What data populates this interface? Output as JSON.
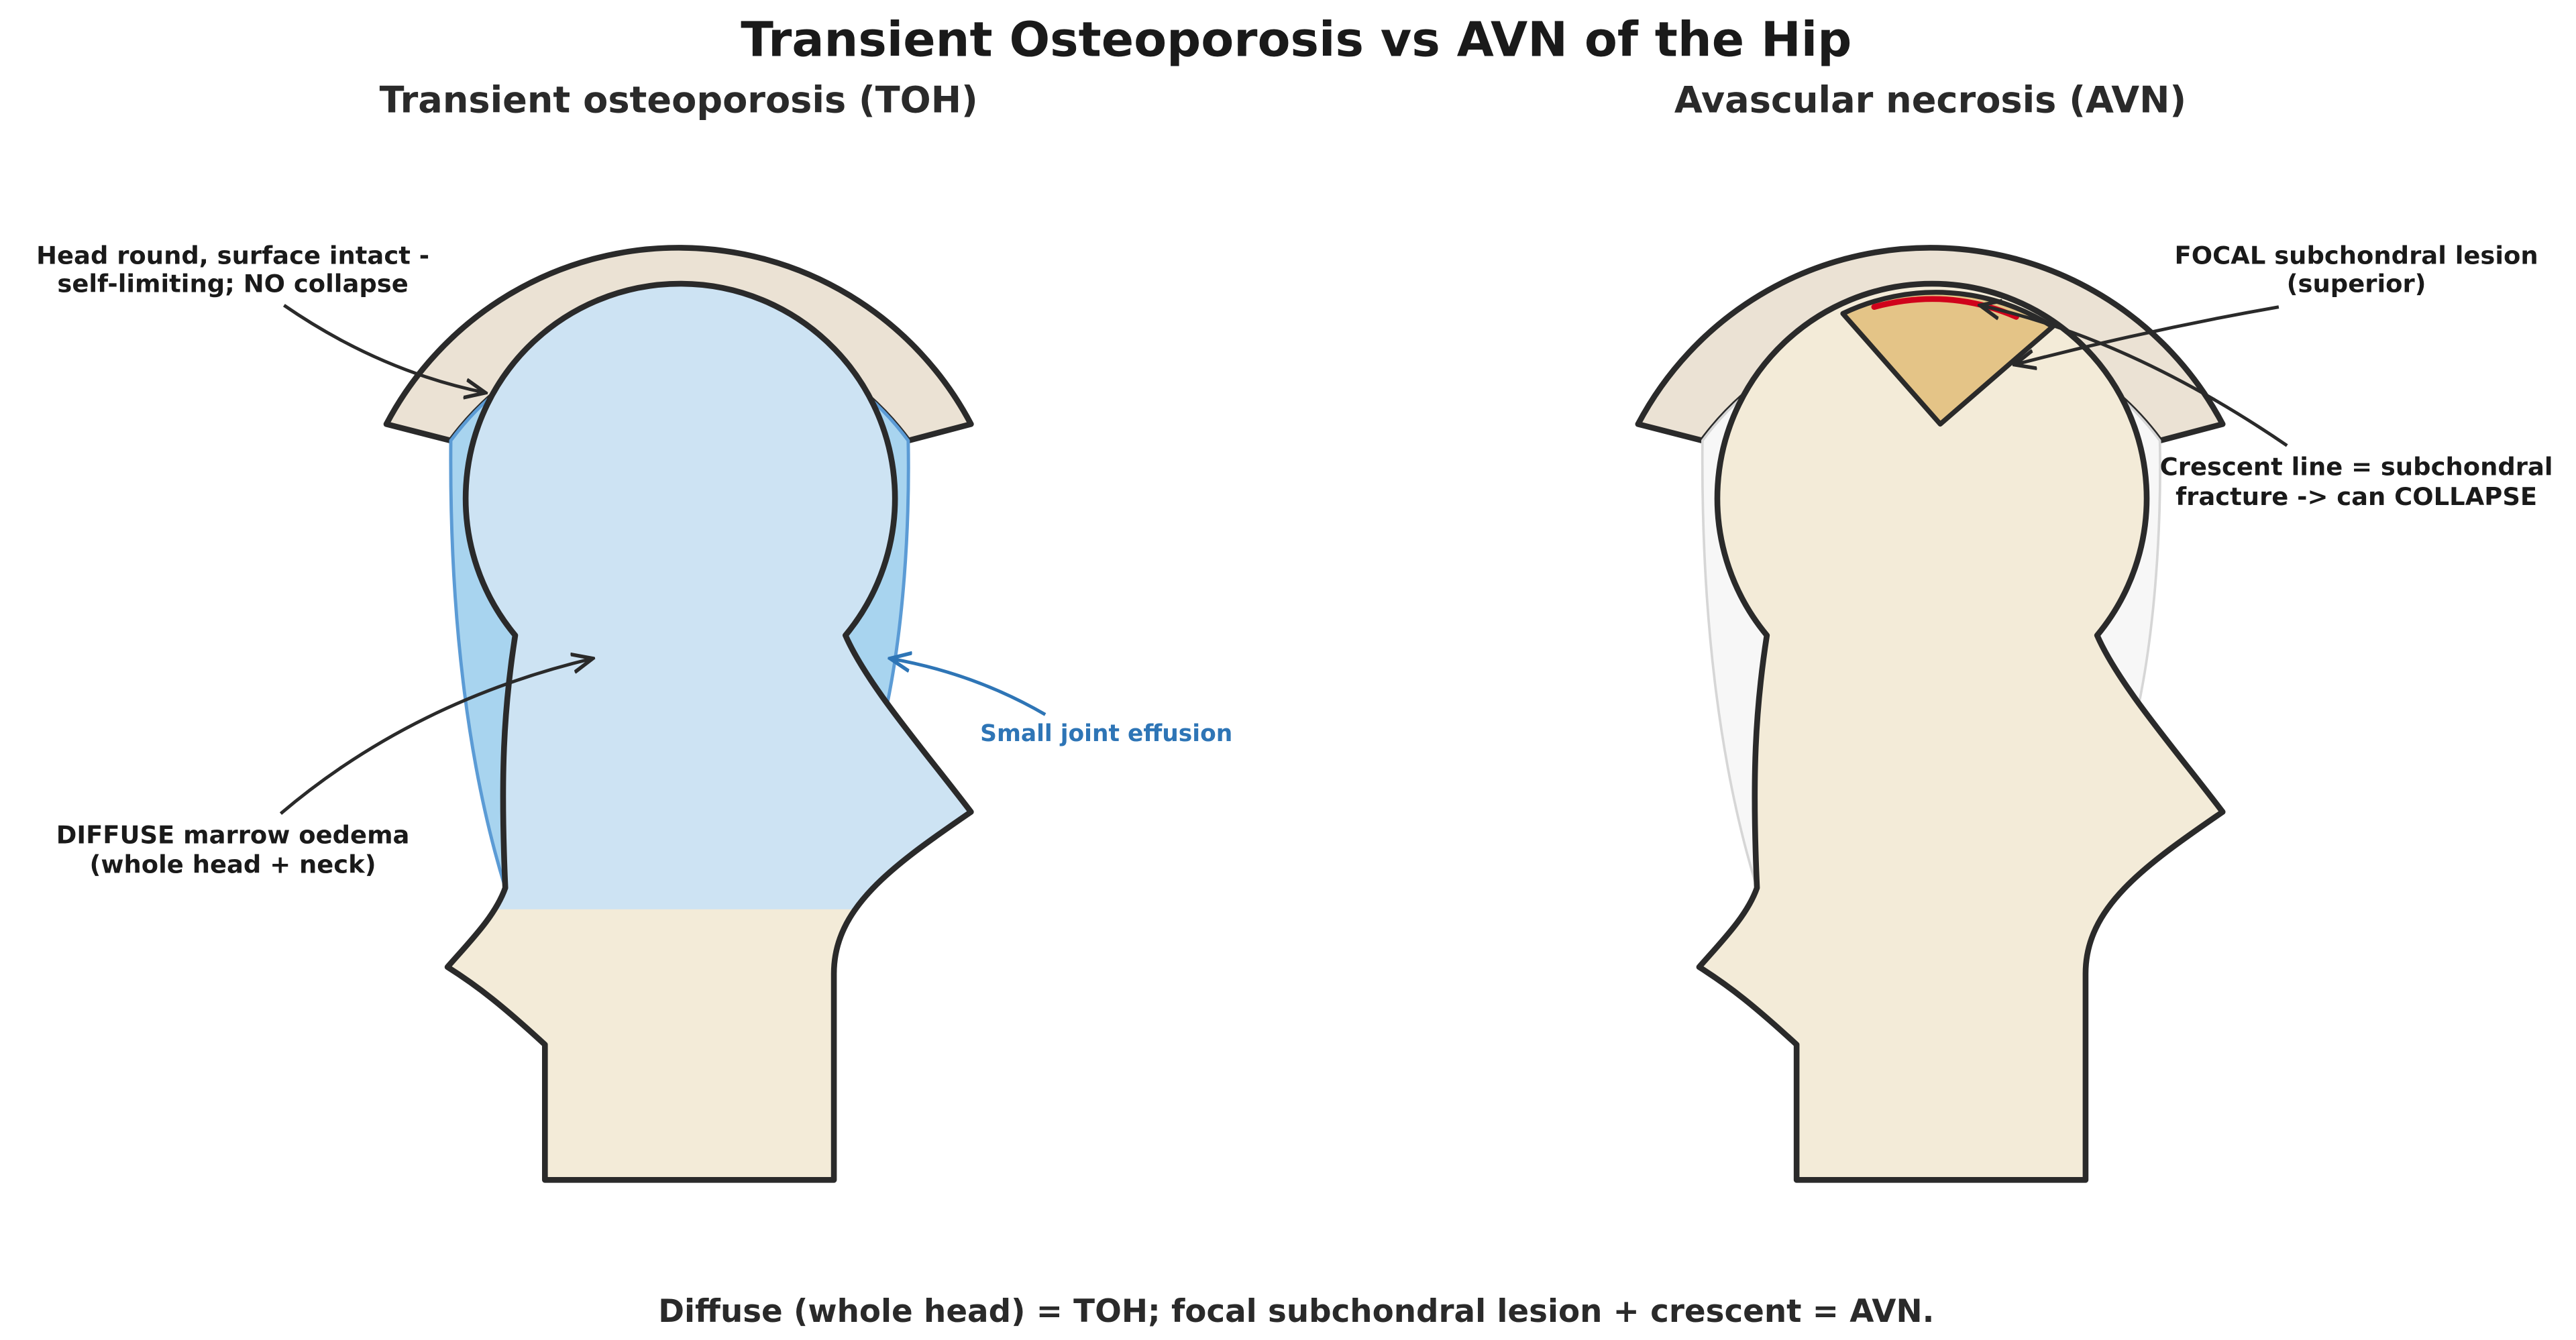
{
  "title": "Transient Osteoporosis vs AVN of the Hip",
  "footer": "Diffuse (whole head) = TOH; focal subchondral lesion + crescent = AVN.",
  "colors": {
    "bone_fill": "#f3ebd8",
    "acetabulum_fill": "#ebe2d4",
    "outline": "#2a2a2a",
    "effusion_fill": "#a8d4ef",
    "effusion_stroke": "#5b9bd5",
    "oedema_fill": "#cde3f3",
    "focal_lesion_fill": "#e4c487",
    "crescent_line": "#d0021b",
    "effusion_label": "#2e75b6",
    "faint_capsule": "#d6d6d6"
  },
  "panels": {
    "toh": {
      "title": "Transient osteoporosis (TOH)",
      "annotations": {
        "head_line1": "Head round, surface intact -",
        "head_line2": "self-limiting; NO collapse",
        "oedema_line1": "DIFFUSE marrow oedema",
        "oedema_line2": "(whole head + neck)",
        "effusion": "Small joint effusion"
      }
    },
    "avn": {
      "title": "Avascular necrosis (AVN)",
      "annotations": {
        "focal_line1": "FOCAL subchondral lesion",
        "focal_line2": "(superior)",
        "crescent_line1": "Crescent line = subchondral",
        "crescent_line2": "fracture -> can COLLAPSE"
      }
    }
  }
}
